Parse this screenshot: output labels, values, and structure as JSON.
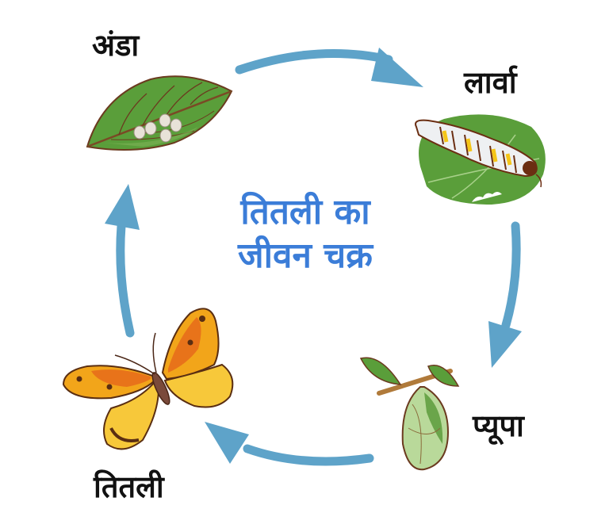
{
  "diagram": {
    "title_line1": "तितली का",
    "title_line2": "जीवन चक्र",
    "title_color": "#3b7dd8",
    "arrow_color": "#5ea3c9",
    "stages": [
      {
        "id": "egg",
        "label": "अंडा",
        "illustration": "leaf-with-eggs"
      },
      {
        "id": "larva",
        "label": "लार्वा",
        "illustration": "caterpillar-on-leaf"
      },
      {
        "id": "pupa",
        "label": "प्यूपा",
        "illustration": "chrysalis-on-twig"
      },
      {
        "id": "adult",
        "label": "तितली",
        "illustration": "butterfly"
      }
    ],
    "flow": [
      "egg",
      "larva",
      "pupa",
      "adult",
      "egg"
    ]
  }
}
